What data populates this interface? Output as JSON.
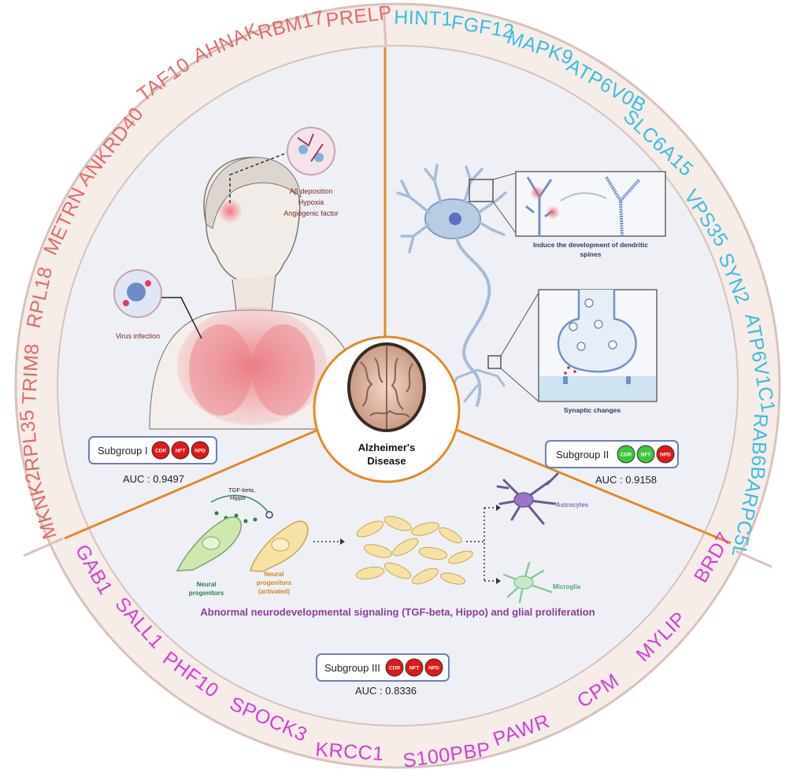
{
  "colors": {
    "subgroup1": "#e46a6a",
    "subgroup2": "#3bbde0",
    "subgroup3": "#d43fd2",
    "divider": "#e38a2a",
    "badge_red": "#e01818",
    "badge_green": "#3ec43e"
  },
  "center": {
    "line1": "Alzheimer's",
    "line2": "Disease"
  },
  "ring": {
    "subgroup1_genes": [
      "PRELP",
      "RBM17",
      "AHNAK",
      "TAF10",
      "ANKRD40",
      "METRN",
      "RPL18",
      "TRIM8",
      "RPL35",
      "MKNK2"
    ],
    "subgroup2_genes": [
      "HINT1",
      "FGF12",
      "MAPK9",
      "ATP6V0B",
      "SLC6A15",
      "VPS35",
      "SYN2",
      "ATP6V1C1",
      "RAB6B",
      "ARPC5L"
    ],
    "subgroup3_genes": [
      "BRD7",
      "MYLIP",
      "CPM",
      "PAWR",
      "S100PBP",
      "KRCC1",
      "SPOCK3",
      "PHF10",
      "SALL1",
      "GAB1"
    ]
  },
  "panel1": {
    "callout_lines": [
      "Aβ deposition",
      "Hypoxia",
      "Angiogenic factor"
    ],
    "virus_label": "Virus infection",
    "subgroup_label": "Subgroup I",
    "badges": [
      "CDR",
      "NFT",
      "NPD"
    ],
    "badge_states": [
      "red",
      "red",
      "red"
    ],
    "auc": "AUC : 0.9497"
  },
  "panel2": {
    "spine_caption_lines": [
      "Induce the development of dendritic",
      "spines"
    ],
    "synaptic_label": "Synaptic changes",
    "subgroup_label": "Subgroup II",
    "badges": [
      "CDR",
      "NFT",
      "NPD"
    ],
    "badge_states": [
      "green",
      "green",
      "red"
    ],
    "auc": "AUC : 0.9158"
  },
  "panel3": {
    "signal_lines": [
      "TGF-beta,",
      "Hippo"
    ],
    "progenitor_lines": [
      "Neural",
      "progenitors"
    ],
    "activated_lines": [
      "Neural",
      "progenitors",
      "(activated)"
    ],
    "astrocytes": "Astrocytes",
    "microglia": "Microglia",
    "title": "Abnormal neurodevelopmental signaling (TGF-beta, Hippo) and glial proliferation",
    "subgroup_label": "Subgroup III",
    "badges": [
      "CDR",
      "NFT",
      "NPD"
    ],
    "badge_states": [
      "red",
      "red",
      "red"
    ],
    "auc": "AUC : 0.8336"
  }
}
